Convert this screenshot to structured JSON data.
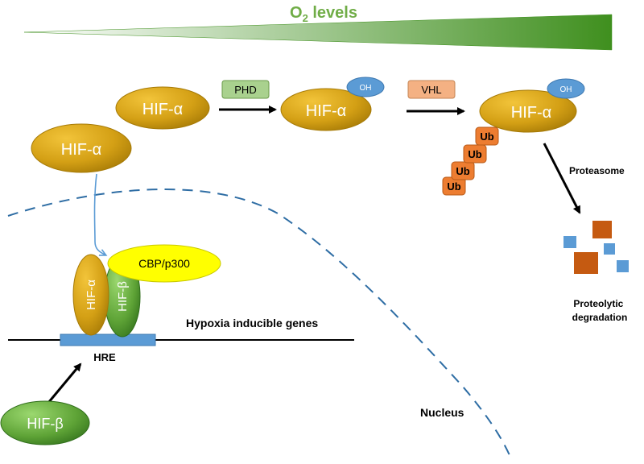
{
  "o2_header": {
    "title_prefix": "O",
    "title_subscript": "2",
    "title_suffix": " levels"
  },
  "cytoplasm": {
    "hif_alpha_label": "HIF-α",
    "enzymes": {
      "phd": "PHD",
      "vhl": "VHL"
    },
    "hydroxyl_label": "OH",
    "ubiquitin_label": "Ub",
    "proteasome_label": "Proteasome",
    "degradation_label_line1": "Proteolytic",
    "degradation_label_line2": "degradation"
  },
  "nucleus": {
    "nucleus_label": "Nucleus",
    "complex": {
      "hif_alpha_label": "HIF-α",
      "hif_beta_label": "HIF-β",
      "coactivator_label": "CBP/p300"
    },
    "hre_label": "HRE",
    "genes_label": "Hypoxia inducible genes",
    "free_hif_beta_label": "HIF-β"
  },
  "colors": {
    "hif_alpha_gold": "#c8960a",
    "hif_beta_green": "#4c9a2a",
    "oh_blue": "#5b9bd5",
    "ubiquitin_orange": "#ed7d31",
    "phd_box": "#a9d18e",
    "vhl_box": "#f4b183",
    "coactivator_yellow": "#ffff00",
    "hre_blue": "#5b9bd5",
    "header_green": "#70ad47",
    "nucleus_dash": "#2e6da4",
    "fragment_orange": "#c55a11",
    "fragment_blue": "#5b9bd5"
  }
}
